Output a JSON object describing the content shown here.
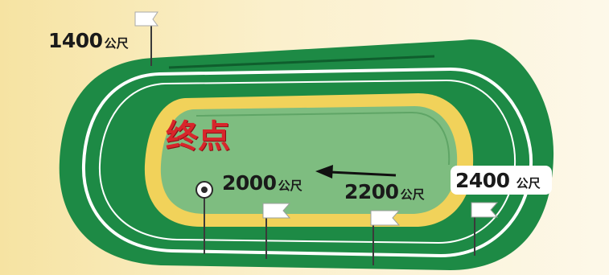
{
  "finish_label": "终点",
  "distances": [
    {
      "value": "1400",
      "unit": "公尺"
    },
    {
      "value": "2000",
      "unit": "公尺"
    },
    {
      "value": "2200",
      "unit": "公尺"
    },
    {
      "value": "2400",
      "unit": "公尺"
    }
  ],
  "colors": {
    "background": "#fbf0cc",
    "track_green": "#1d8a45",
    "rail_white": "#ffffff",
    "turf_inner": "#7ebd80",
    "inner_track_yellow": "#f1d25a",
    "finish_red": "#d8262b",
    "arrow": "#111111"
  },
  "icons": [
    "start-flag-icon",
    "finish-post-icon",
    "direction-arrow-icon"
  ]
}
